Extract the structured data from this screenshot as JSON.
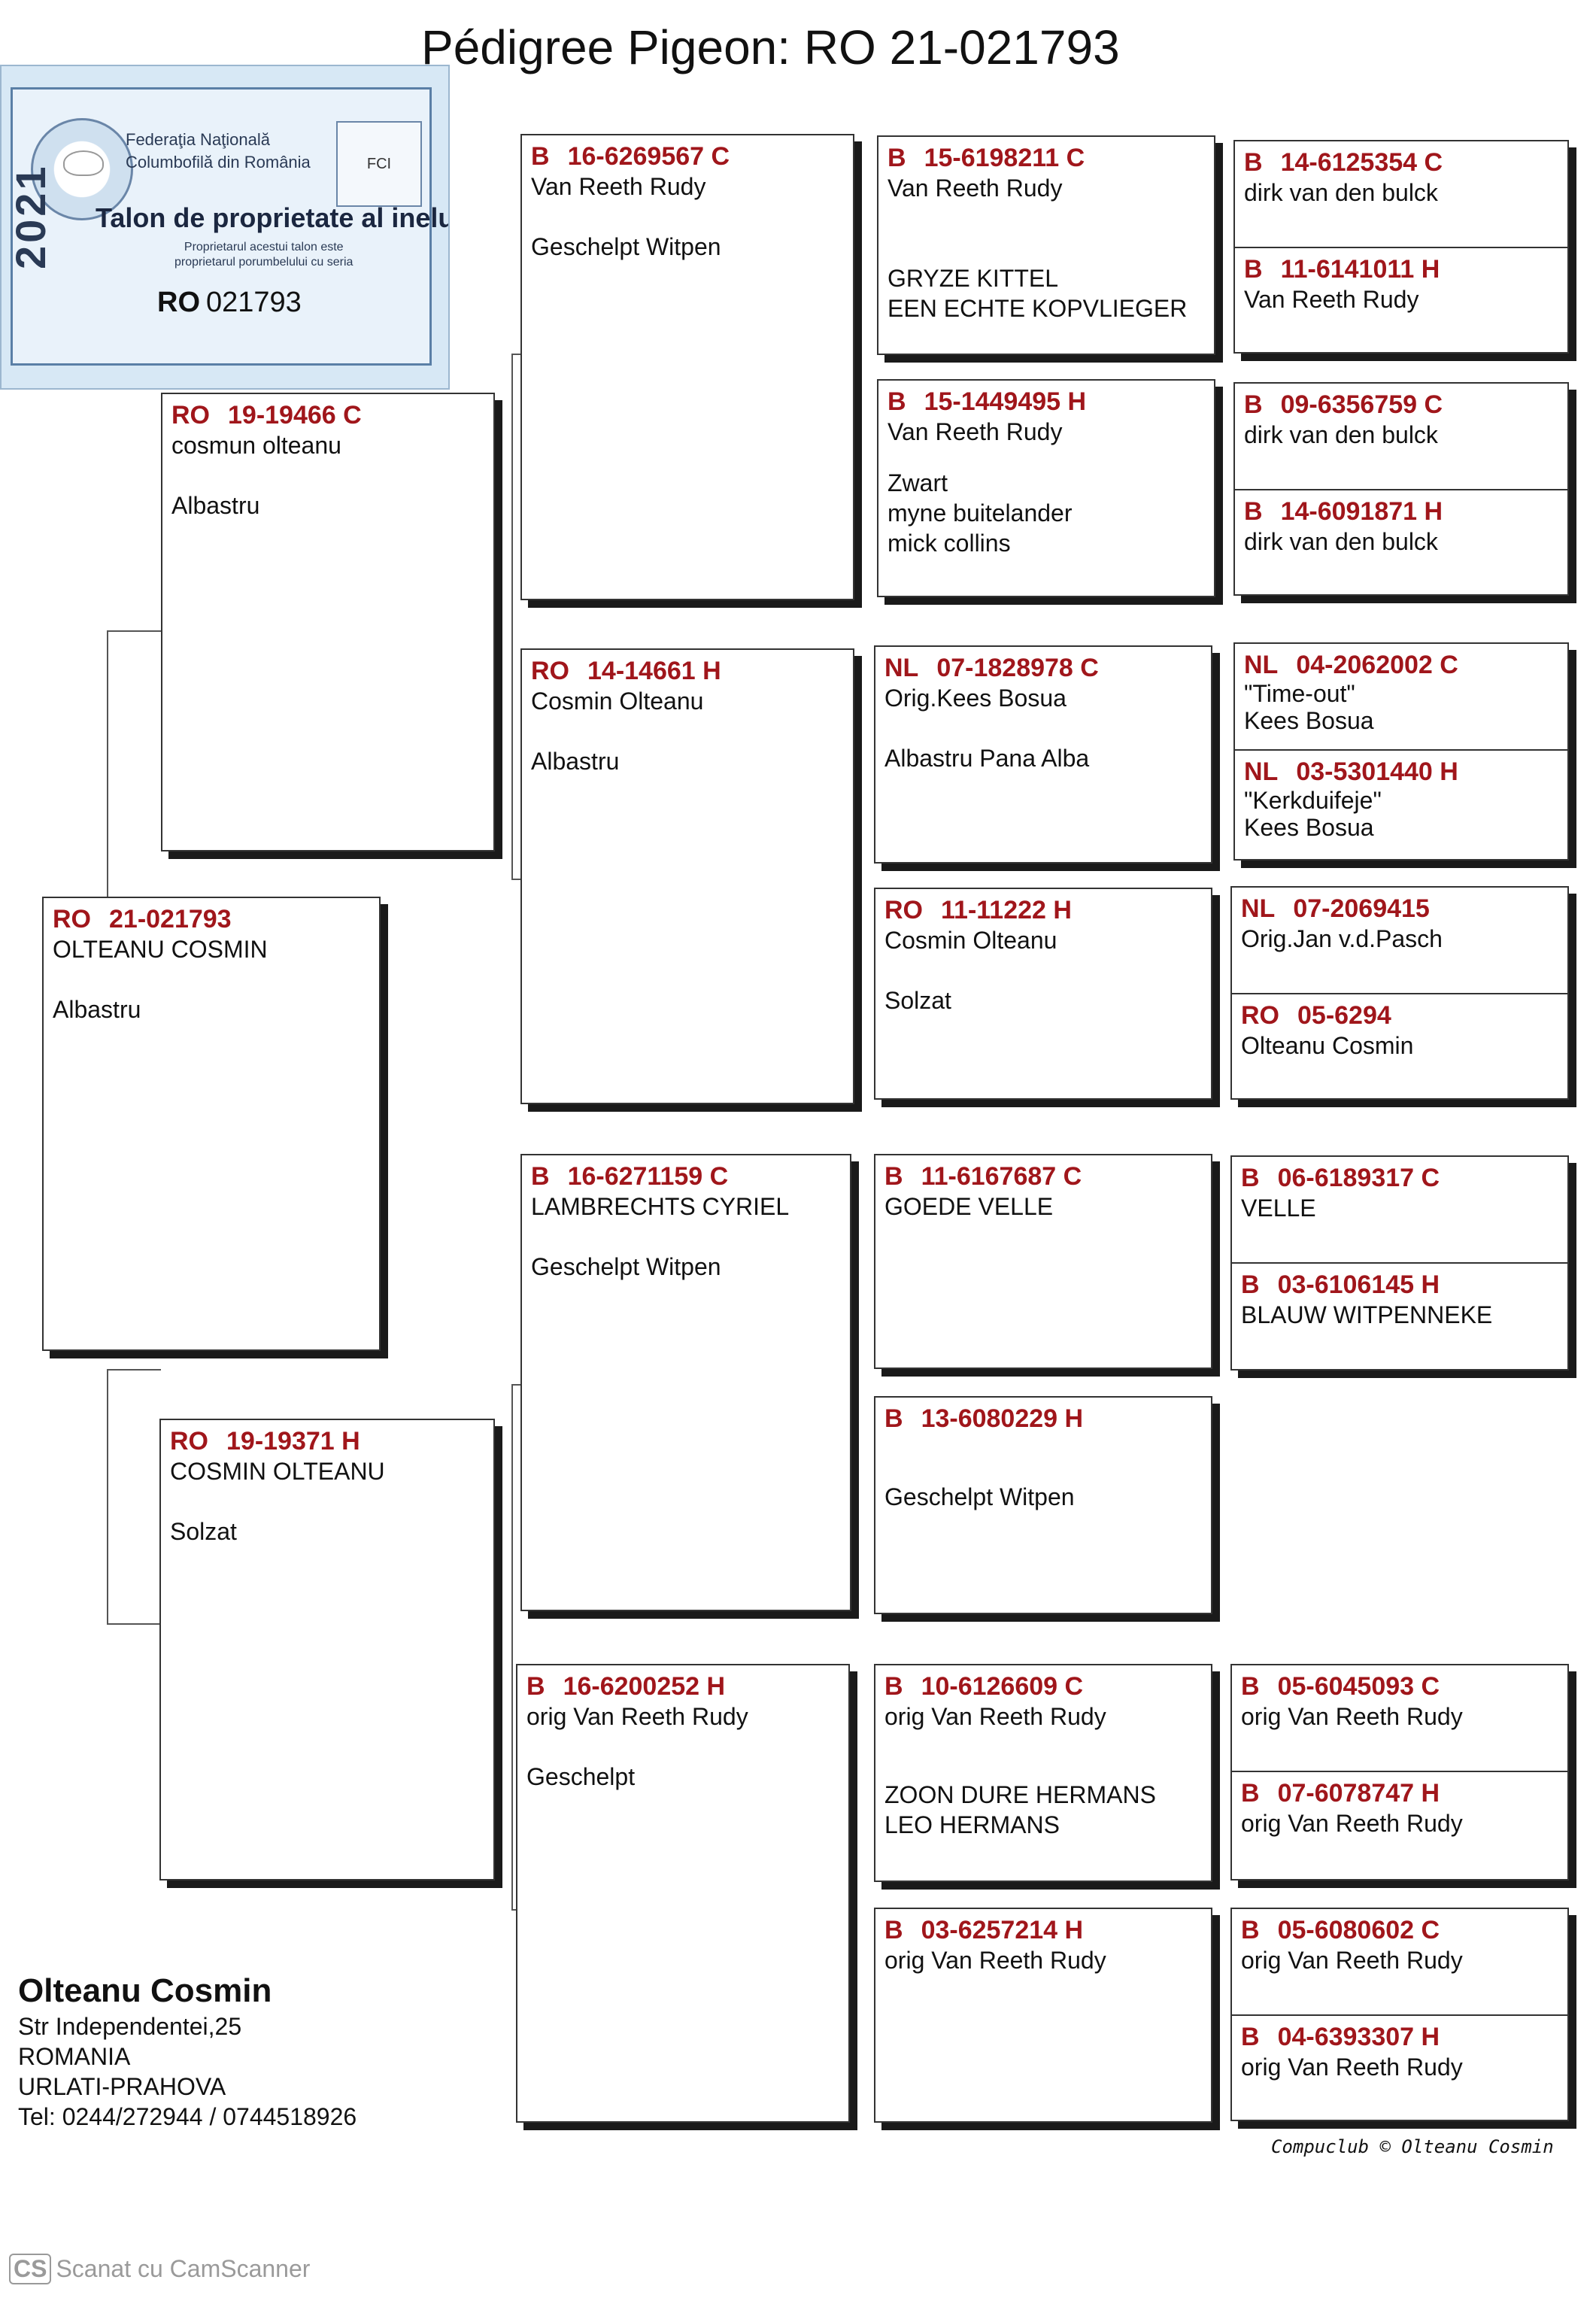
{
  "title": "Pédigree Pigeon: RO  21-021793",
  "talon": {
    "federation_line1": "Federaţia Naţională",
    "federation_line2": "Columbofilă din România",
    "heading": "Talon de proprietate al inelului",
    "small_line1": "Proprietarul acestui talon este",
    "small_line2": "proprietarul porumbelului cu seria",
    "ring_prefix": "RO",
    "ring_number": "021793",
    "year": "2021"
  },
  "subject": {
    "prefix": "RO",
    "ring": "21-021793",
    "line1": "OLTEANU COSMIN",
    "line2": "",
    "line3": "Albastru"
  },
  "sire": {
    "prefix": "RO",
    "ring": "19-19466 C",
    "line1": "cosmun olteanu",
    "line2": "",
    "line3": "Albastru"
  },
  "dam": {
    "prefix": "RO",
    "ring": "19-19371 H",
    "line1": "COSMIN OLTEANU",
    "line2": "",
    "line3": "Solzat"
  },
  "gen2": [
    {
      "prefix": "B",
      "ring": "16-6269567 C",
      "line1": "Van Reeth Rudy",
      "line3": "Geschelpt Witpen"
    },
    {
      "prefix": "RO",
      "ring": "14-14661 H",
      "line1": "Cosmin Olteanu",
      "line3": "Albastru"
    },
    {
      "prefix": "B",
      "ring": "16-6271159 C",
      "line1": "LAMBRECHTS CYRIEL",
      "line3": "Geschelpt Witpen"
    },
    {
      "prefix": "B",
      "ring": "16-6200252 H",
      "line1": "orig Van Reeth Rudy",
      "line3": "Geschelpt"
    }
  ],
  "gen3": [
    {
      "prefix": "B",
      "ring": "15-6198211 C",
      "line1": "Van Reeth Rudy",
      "notes": [
        "GRYZE KITTEL",
        "EEN ECHTE KOPVLIEGER"
      ]
    },
    {
      "prefix": "B",
      "ring": "15-1449495 H",
      "line1": "Van Reeth Rudy",
      "notes": [
        "Zwart",
        "myne buitelander",
        "mick collins"
      ]
    },
    {
      "prefix": "NL",
      "ring": "07-1828978 C",
      "line1": "Orig.Kees Bosua",
      "notes": [
        "Albastru Pana Alba"
      ]
    },
    {
      "prefix": "RO",
      "ring": "11-11222 H",
      "line1": "Cosmin Olteanu",
      "notes": [
        "Solzat"
      ]
    },
    {
      "prefix": "B",
      "ring": "11-6167687 C",
      "line1": "GOEDE VELLE",
      "notes": []
    },
    {
      "prefix": "B",
      "ring": "13-6080229 H",
      "line1": "",
      "notes": [
        "Geschelpt Witpen"
      ]
    },
    {
      "prefix": "B",
      "ring": "10-6126609 C",
      "line1": "orig Van Reeth Rudy",
      "notes": [
        "ZOON DURE HERMANS",
        "LEO HERMANS"
      ]
    },
    {
      "prefix": "B",
      "ring": "03-6257214 H",
      "line1": "orig Van Reeth Rudy",
      "notes": []
    }
  ],
  "gen4": [
    {
      "top": {
        "prefix": "B",
        "ring": "14-6125354 C",
        "lines": [
          "dirk van den bulck"
        ]
      },
      "bottom": {
        "prefix": "B",
        "ring": "11-6141011 H",
        "lines": [
          "Van Reeth Rudy"
        ]
      }
    },
    {
      "top": {
        "prefix": "B",
        "ring": "09-6356759 C",
        "lines": [
          "dirk van den bulck"
        ]
      },
      "bottom": {
        "prefix": "B",
        "ring": "14-6091871 H",
        "lines": [
          "dirk van den bulck"
        ]
      }
    },
    {
      "top": {
        "prefix": "NL",
        "ring": "04-2062002 C",
        "lines": [
          "\"Time-out\"",
          "Kees Bosua"
        ]
      },
      "bottom": {
        "prefix": "NL",
        "ring": "03-5301440 H",
        "lines": [
          "\"Kerkduifeje\"",
          "Kees Bosua"
        ]
      }
    },
    {
      "top": {
        "prefix": "NL",
        "ring": "07-2069415",
        "lines": [
          "Orig.Jan v.d.Pasch"
        ]
      },
      "bottom": {
        "prefix": "RO",
        "ring": "05-6294",
        "lines": [
          "Olteanu Cosmin"
        ]
      }
    },
    {
      "top": {
        "prefix": "B",
        "ring": "06-6189317 C",
        "lines": [
          "VELLE"
        ]
      },
      "bottom": {
        "prefix": "B",
        "ring": "03-6106145 H",
        "lines": [
          "",
          "BLAUW WITPENNEKE"
        ]
      }
    },
    {
      "top": {
        "prefix": "B",
        "ring": "05-6045093 C",
        "lines": [
          "orig Van Reeth Rudy"
        ]
      },
      "bottom": {
        "prefix": "B",
        "ring": "07-6078747 H",
        "lines": [
          "orig Van Reeth Rudy"
        ]
      }
    },
    {
      "top": {
        "prefix": "B",
        "ring": "05-6080602 C",
        "lines": [
          "orig Van Reeth Rudy"
        ]
      },
      "bottom": {
        "prefix": "B",
        "ring": "04-6393307 H",
        "lines": [
          "orig Van Reeth Rudy"
        ]
      }
    }
  ],
  "owner": {
    "name": "Olteanu Cosmin",
    "street": "Str Independentei,25",
    "country": "ROMANIA",
    "city": "URLATI-PRAHOVA",
    "tel": "Tel: 0244/272944 / 0744518926"
  },
  "credit": "Compuclub © Olteanu Cosmin",
  "scan_watermark": "Scanat cu CamScanner",
  "scan_logo": "CS"
}
